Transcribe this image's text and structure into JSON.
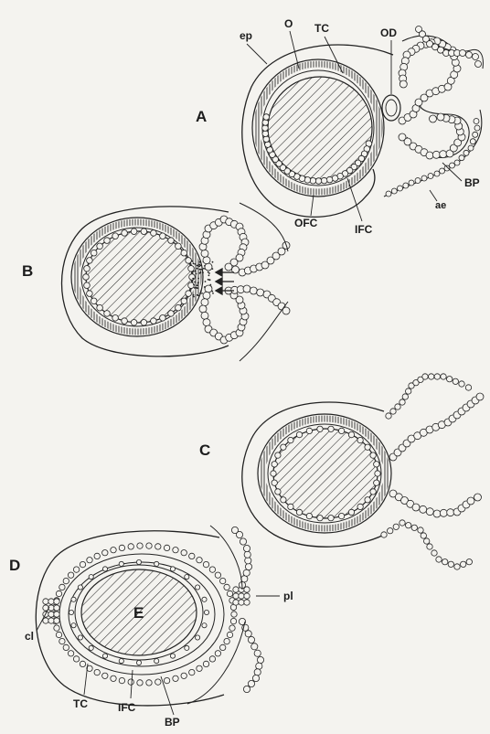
{
  "figure": {
    "panels": {
      "A": {
        "letter": "A",
        "labels": {
          "ep": "ep",
          "o": "O",
          "tc": "TC",
          "od": "OD",
          "bp": "BP",
          "ae": "ae",
          "ofc": "OFC",
          "ifc": "IFC"
        }
      },
      "B": {
        "letter": "B"
      },
      "C": {
        "letter": "C"
      },
      "D": {
        "letter": "D",
        "labels": {
          "e": "E",
          "cl": "cl",
          "pl": "pl",
          "tc": "TC",
          "ifc": "IFC",
          "bp": "BP"
        }
      }
    }
  }
}
